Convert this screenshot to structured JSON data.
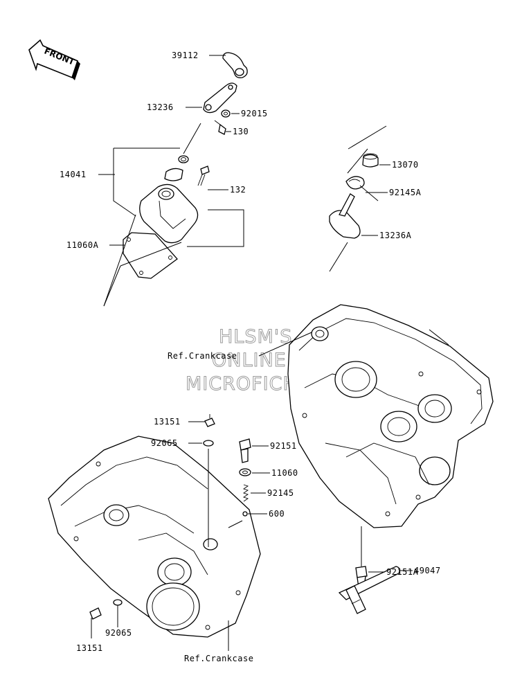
{
  "front_label": "FRONT",
  "watermark": [
    "HLSM'S",
    "ONLINE",
    "MICROFICHE"
  ],
  "parts": [
    {
      "key": "p39112",
      "label": "39112"
    },
    {
      "key": "p13236",
      "label": "13236"
    },
    {
      "key": "p92015",
      "label": "92015"
    },
    {
      "key": "p130",
      "label": "130"
    },
    {
      "key": "p14041",
      "label": "14041"
    },
    {
      "key": "p132",
      "label": "132"
    },
    {
      "key": "p11060A",
      "label": "11060A"
    },
    {
      "key": "p13070",
      "label": "13070"
    },
    {
      "key": "p92145A",
      "label": "92145A"
    },
    {
      "key": "p13236A",
      "label": "13236A"
    },
    {
      "key": "p13151_top",
      "label": "13151"
    },
    {
      "key": "p92065_top",
      "label": "92065"
    },
    {
      "key": "p92151",
      "label": "92151"
    },
    {
      "key": "p11060",
      "label": "11060"
    },
    {
      "key": "p92145",
      "label": "92145"
    },
    {
      "key": "p600",
      "label": "600"
    },
    {
      "key": "p92151A",
      "label": "92151A"
    },
    {
      "key": "p49047",
      "label": "49047"
    },
    {
      "key": "p92065_bot",
      "label": "92065"
    },
    {
      "key": "p13151_bot",
      "label": "13151"
    }
  ],
  "refs": {
    "crankcase_upper": "Ref.Crankcase",
    "crankcase_lower": "Ref.Crankcase"
  }
}
